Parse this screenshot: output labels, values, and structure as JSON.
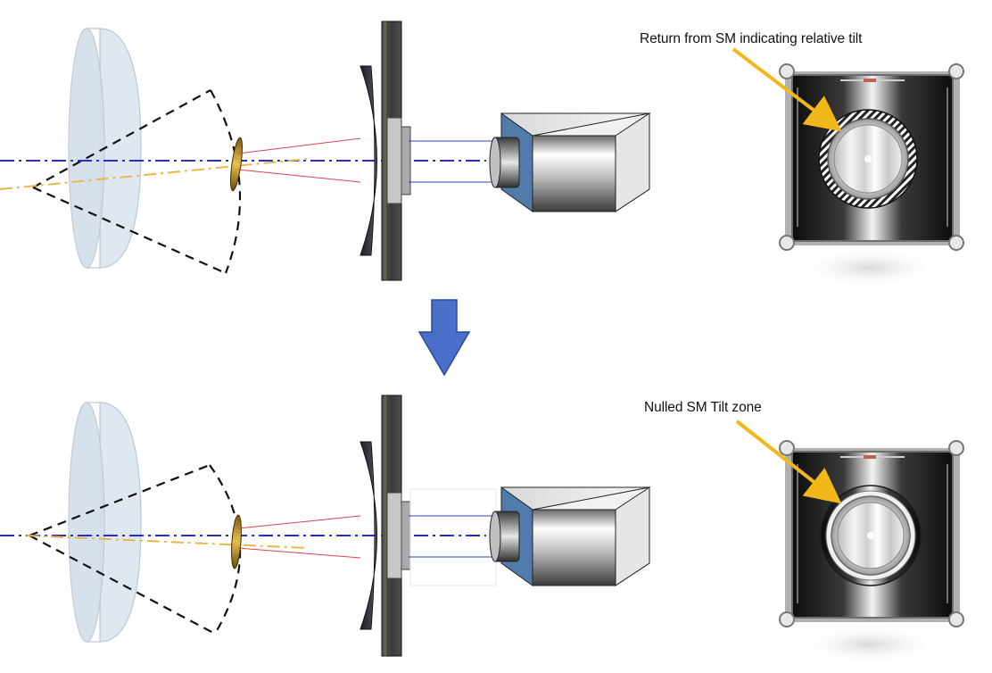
{
  "annotations": {
    "top": "Return from SM indicating relative tilt",
    "bottom": "Nulled SM Tilt zone"
  },
  "colors": {
    "optical_axis": "#2b2bd6",
    "tilted_axis": "#e6b84a",
    "red_rays": "#e0404a",
    "blue_rays": "#3040c8",
    "arrow_fill": "#4a6fc8",
    "callout_arrow": "#f2b71a",
    "lens_fill": "#d6e2ee",
    "camera_face": "#4f7cab"
  },
  "panels": [
    {
      "state": "tilted",
      "reticle": "hatched-ring"
    },
    {
      "state": "nulled",
      "reticle": "smooth-ring"
    }
  ],
  "icons": [
    "down-arrow-icon",
    "camera-icon",
    "lens-icon",
    "mirror-icon",
    "reticle-display-icon"
  ]
}
